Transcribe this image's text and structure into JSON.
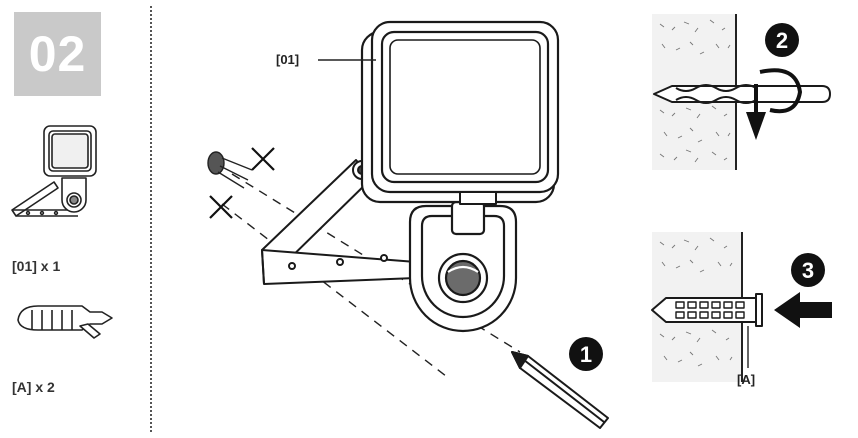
{
  "step": {
    "number": "02"
  },
  "parts": {
    "floodlight": {
      "qty_label": "[01] x 1",
      "icon": "floodlight-icon"
    },
    "anchor": {
      "qty_label": "[A] x 2",
      "icon": "wall-plug-icon"
    }
  },
  "main": {
    "part_label": "[01]"
  },
  "steps": [
    {
      "number": "1",
      "icon": "pencil-icon"
    },
    {
      "number": "2",
      "icon": "drill-icon"
    },
    {
      "number": "3",
      "icon": "wall-plug-icon"
    }
  ],
  "detail3": {
    "part_label": "[A]"
  },
  "colors": {
    "badge": "#c9c9c9",
    "ink": "#1a1a1a"
  }
}
